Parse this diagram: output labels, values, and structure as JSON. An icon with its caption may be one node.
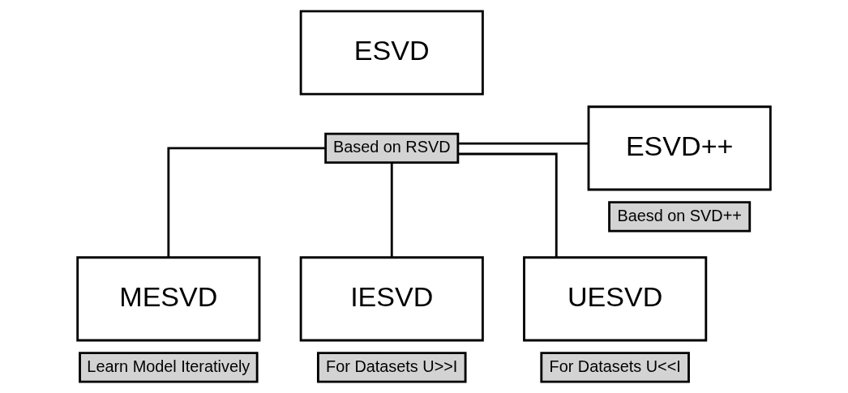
{
  "diagram": {
    "nodes": [
      {
        "text": [
          "ESVD"
        ]
      },
      {
        "text": [
          "Based on RSVD"
        ]
      },
      {
        "text": [
          "ESVD++"
        ]
      },
      {
        "text": [
          "Baesd on SVD++"
        ]
      },
      {
        "text": [
          "MESVD"
        ]
      },
      {
        "text": [
          "Learn Model Iteratively"
        ]
      },
      {
        "text": [
          "IESVD"
        ]
      },
      {
        "text": [
          "For Datasets U>>I"
        ]
      },
      {
        "text": [
          "UESVD"
        ]
      },
      {
        "text": [
          "For Datasets U<<I"
        ]
      }
    ],
    "edges": [
      {
        "from": 1,
        "to": 2,
        "arrow": "none"
      },
      {
        "from": 1,
        "to": 4,
        "arrow": "none"
      },
      {
        "from": 1,
        "to": 6,
        "arrow": "none"
      },
      {
        "from": 1,
        "to": 8,
        "arrow": "none"
      }
    ]
  }
}
